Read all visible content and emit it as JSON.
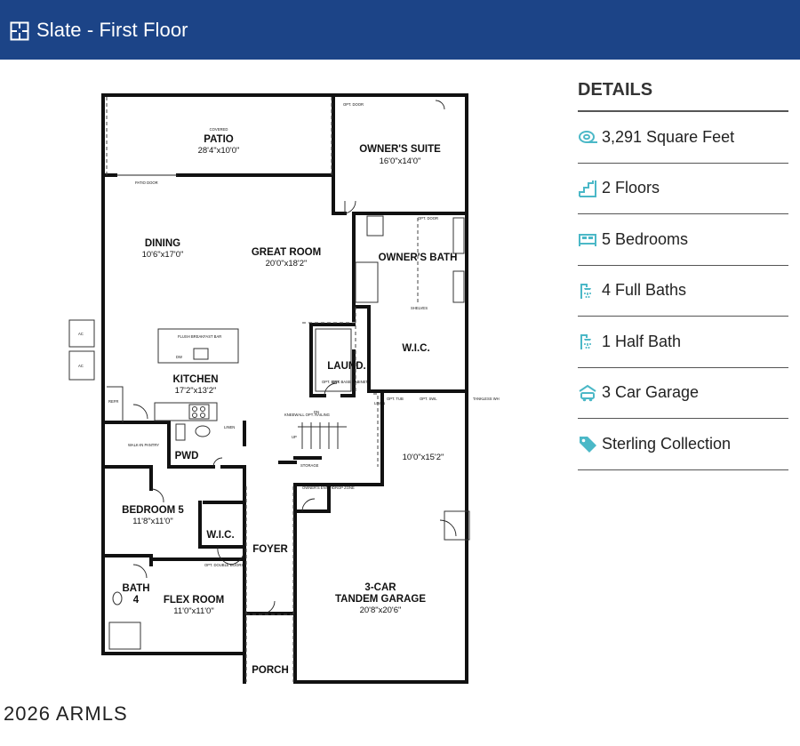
{
  "header": {
    "title": "Slate - First Floor",
    "icon": "floorplan-icon",
    "background": "#1c4487"
  },
  "details": {
    "title": "DETAILS",
    "accent": "#4bb8c7",
    "items": [
      {
        "icon": "square-feet-icon",
        "label": "3,291 Square Feet"
      },
      {
        "icon": "stairs-icon",
        "label": "2 Floors"
      },
      {
        "icon": "bed-icon",
        "label": "5 Bedrooms"
      },
      {
        "icon": "shower-icon",
        "label": "4 Full Baths"
      },
      {
        "icon": "shower-icon",
        "label": "1 Half Bath"
      },
      {
        "icon": "car-icon",
        "label": "3 Car Garage"
      },
      {
        "icon": "tag-icon",
        "label": "Sterling Collection"
      }
    ]
  },
  "plan": {
    "rooms": {
      "patio": {
        "name": "PATIO",
        "dims": "28'4\"x10'0\"",
        "note": "COVERED"
      },
      "owners_suite": {
        "name": "OWNER'S SUITE",
        "dims": "16'0\"x14'0\""
      },
      "dining": {
        "name": "DINING",
        "dims": "10'6\"x17'0\""
      },
      "great_room": {
        "name": "GREAT ROOM",
        "dims": "20'0\"x18'2\""
      },
      "owners_bath": {
        "name": "OWNER'S BATH"
      },
      "wic_owner": {
        "name": "W.I.C."
      },
      "kitchen": {
        "name": "KITCHEN",
        "dims": "17'2\"x13'2\""
      },
      "laundry": {
        "name": "LAUND."
      },
      "pwd": {
        "name": "PWD"
      },
      "bedroom5": {
        "name": "BEDROOM 5",
        "dims": "11'8\"x11'0\""
      },
      "wic_bed": {
        "name": "W.I.C."
      },
      "foyer": {
        "name": "FOYER"
      },
      "bath4": {
        "name": "BATH",
        "num": "4"
      },
      "flex_room": {
        "name": "FLEX ROOM",
        "dims": "11'0\"x11'0\""
      },
      "garage": {
        "name": "3-CAR",
        "name2": "TANDEM GARAGE",
        "dims": "20'8\"x20'6\""
      },
      "garage_top": {
        "dims": "10'0\"x15'2\""
      },
      "porch": {
        "name": "PORCH"
      }
    },
    "notes": {
      "patio_door": "PATIO DOOR",
      "opt_door": "OPT. DOOR",
      "opt_door2": "OPT. DOOR",
      "flush_bar": "FLUSH BREAKFAST BAR",
      "dw": "DW",
      "ac1": "AC",
      "ac2": "AC",
      "walkin_pantry": "WALK-IN PANTRY",
      "refr": "REFR",
      "linen": "LINEN",
      "linen2": "LINEN",
      "storage": "STORAGE",
      "owners_entry": "OWNER'S ENTRY",
      "opt_double_doors": "OPT. DOUBLE DOORS",
      "tankless": "TANKLESS WH",
      "shelves": "SHELVES",
      "opt_tub": "OPT. TUB",
      "opt_swl": "OPT. SWL",
      "dn": "DN",
      "up": "UP",
      "knee_wall": "KNEEWALL OPT. RAILING",
      "opt_base": "OPT. BASE CABINETS",
      "opt_sink": "OPT. SINK",
      "drop_zone": "DROP ZONE"
    }
  },
  "watermark": "2026 ARMLS"
}
